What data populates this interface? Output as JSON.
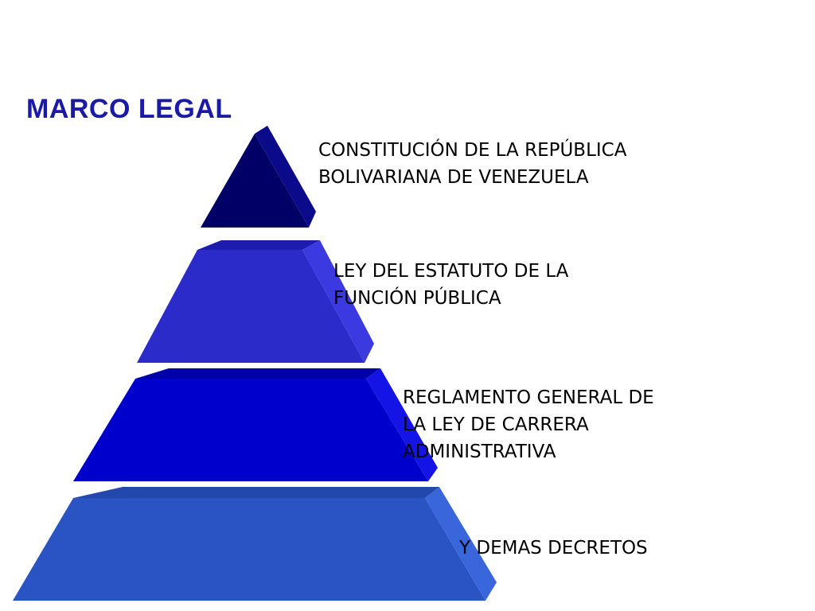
{
  "title": "MARCO LEGAL",
  "colors": {
    "title": "#1a1aa6",
    "level_1": "#000066",
    "level_2": "#2b2bc9",
    "level_3": "#0000cc",
    "level_4": "#2a54c4"
  },
  "pyramid": {
    "levels": [
      {
        "label": "CONSTITUCIÓN DE LA REPÚBLICA\nBOLIVARIANA DE VENEZUELA"
      },
      {
        "label": "LEY DEL ESTATUTO DE LA\nFUNCIÓN PÚBLICA"
      },
      {
        "label": "REGLAMENTO GENERAL DE\nLA LEY DE CARRERA\nADMINISTRATIVA"
      },
      {
        "label": "Y DEMAS DECRETOS"
      }
    ]
  }
}
